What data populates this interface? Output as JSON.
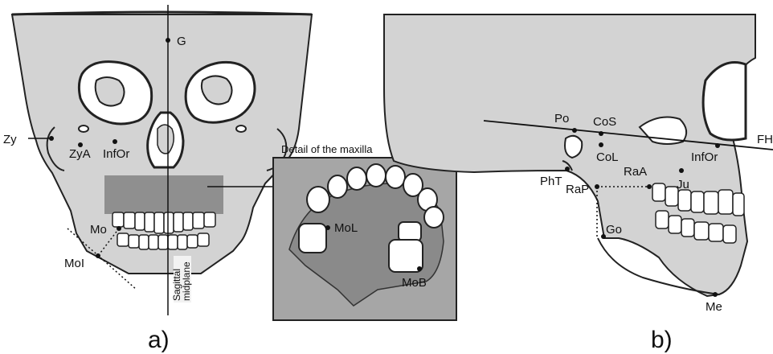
{
  "panels": {
    "a": "a)",
    "b": "b)"
  },
  "frontal": {
    "landmarks": {
      "g": "G",
      "zy": "Zy",
      "zya": "ZyA",
      "infor": "InfOr",
      "mo": "Mo",
      "moi": "MoI"
    },
    "midline_label_1": "Sagittal",
    "midline_label_2": "midplane"
  },
  "inset": {
    "title": "Detail of the maxilla",
    "landmarks": {
      "mol": "MoL",
      "mob": "MoB"
    }
  },
  "lateral": {
    "landmarks": {
      "po": "Po",
      "cos": "CoS",
      "col": "CoL",
      "pht": "PhT",
      "rap": "RaP",
      "raa": "RaA",
      "go": "Go",
      "ju": "Ju",
      "infor": "InfOr",
      "me": "Me",
      "fh": "FH"
    }
  },
  "colors": {
    "bone": "#d3d3d3",
    "maxilla": "#8f8f8f",
    "inset_bg": "#a6a6a6",
    "outline": "#222222"
  }
}
